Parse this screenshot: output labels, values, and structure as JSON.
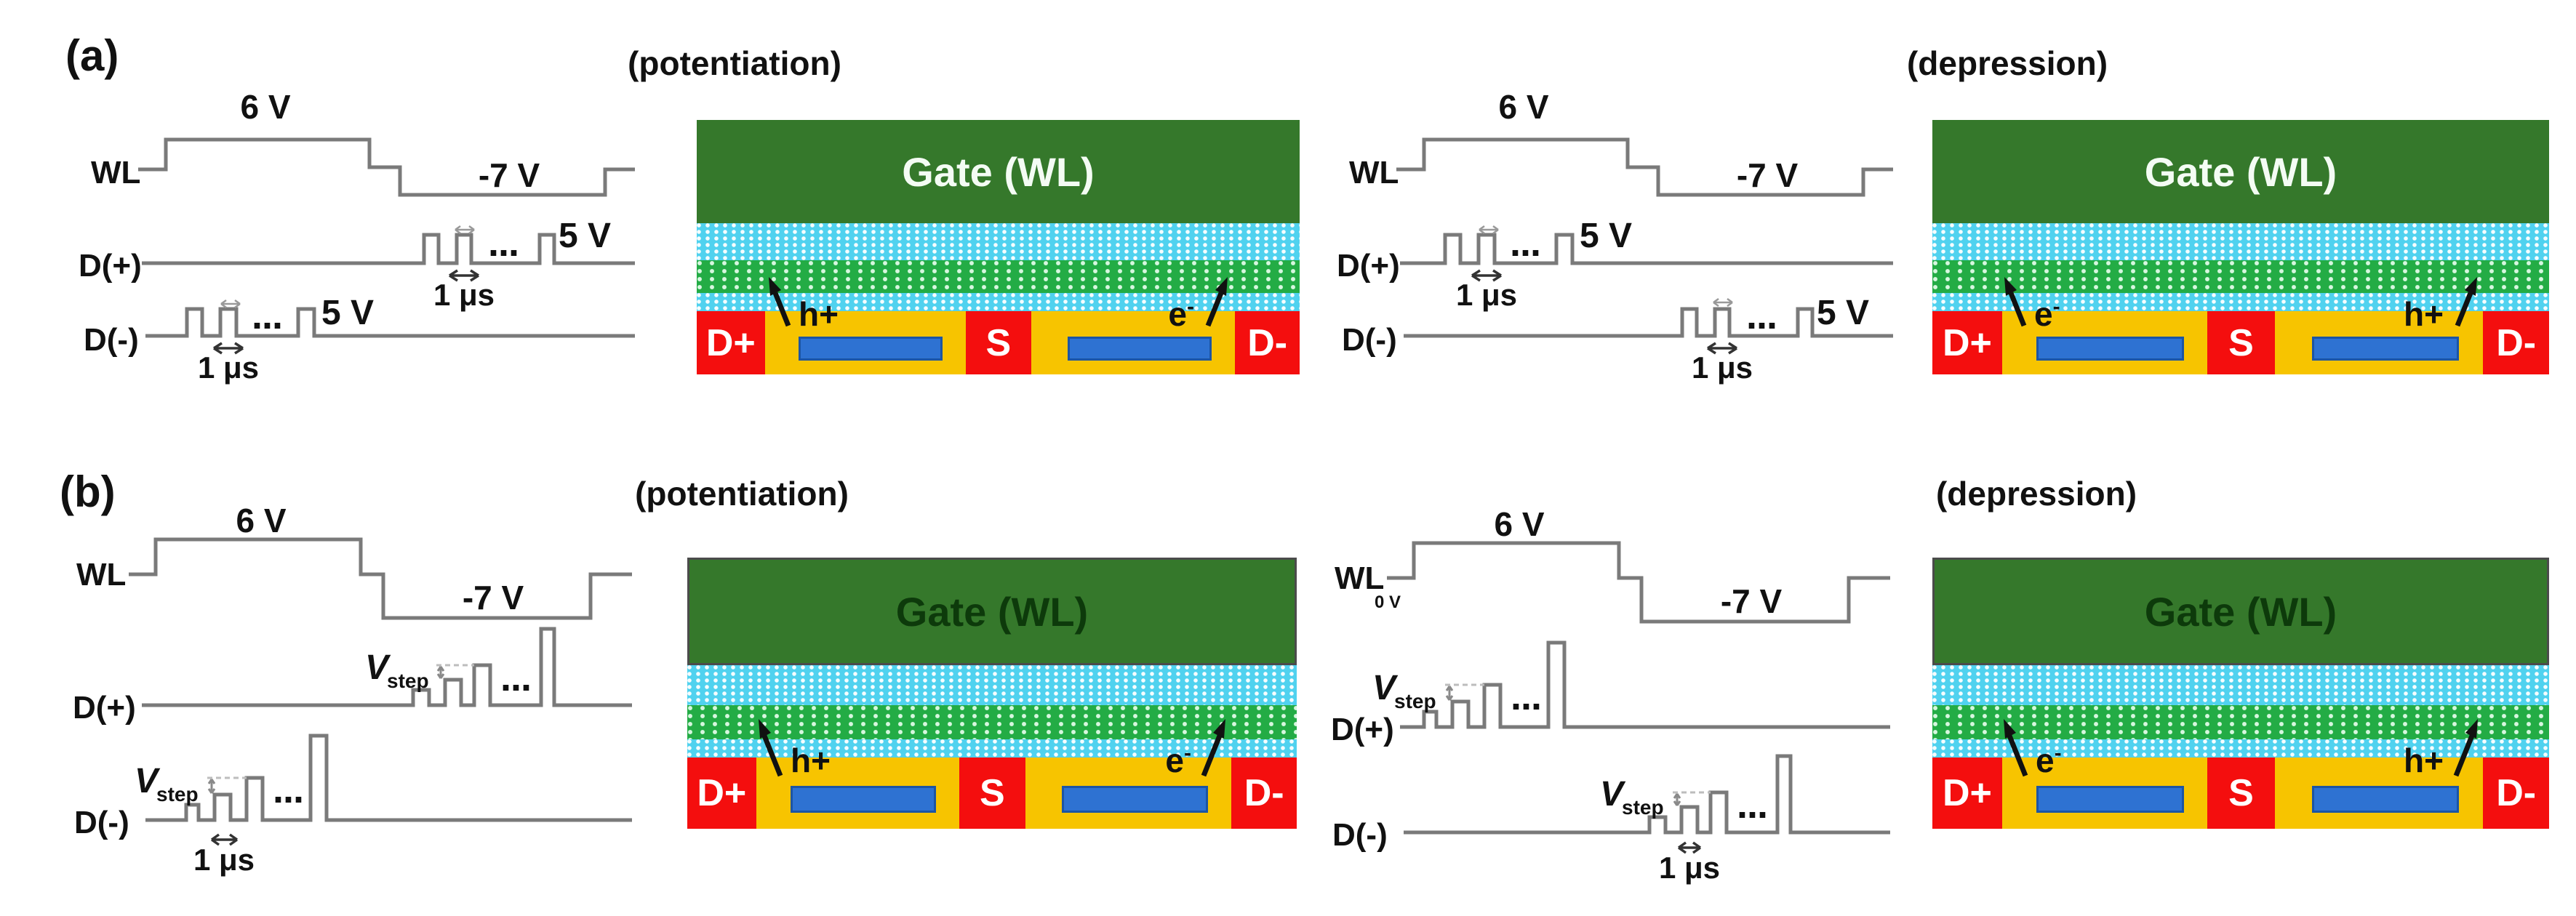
{
  "panel_labels": {
    "a": "(a)",
    "b": "(b)"
  },
  "titles": {
    "a_potentiation": "(potentiation)",
    "a_depression": "(depression)",
    "b_potentiation": "(potentiation)",
    "b_depression": "(depression)"
  },
  "waveform": {
    "wl": "WL",
    "d_plus": "D(+)",
    "d_minus": "D(-)",
    "gate_high": "6 V",
    "gate_low": "-7 V",
    "pulse_amp": "5 V",
    "pulse_width": "1 μs",
    "zero": "0 V",
    "dots": "...",
    "vstep_v": "V",
    "vstep_sub": "step"
  },
  "device": {
    "gate": "Gate (WL)",
    "drain_plus": "D+",
    "source": "S",
    "drain_minus": "D-",
    "holes": "h+",
    "electrons": "e",
    "electrons_sup": "-"
  },
  "colors": {
    "gate_green": "#35782B",
    "oxide_cyan": "#50D2EF",
    "trap_green": "#23AC45",
    "substrate_yellow": "#F7C400",
    "contact_red": "#F40E0E",
    "channel_blue": "#2E72D2",
    "trace_gray": "#7A7A7A"
  }
}
